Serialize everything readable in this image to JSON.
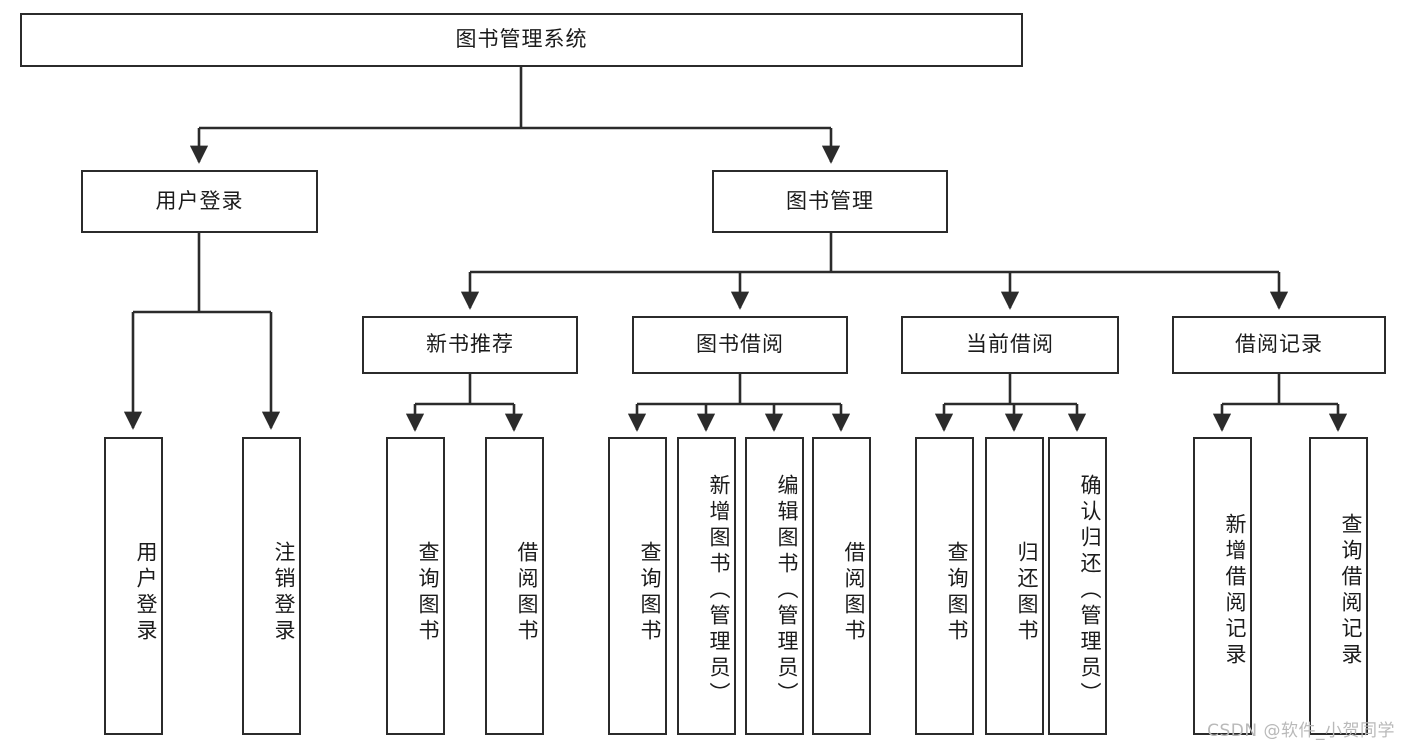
{
  "diagram": {
    "type": "tree-hierarchy-chart",
    "title": "图书管理系统",
    "root": {
      "id": "root",
      "label": "图书管理系统"
    },
    "level2": [
      {
        "id": "user-login",
        "label": "用户登录"
      },
      {
        "id": "book-management",
        "label": "图书管理"
      }
    ],
    "level3": [
      {
        "id": "new-book-recommend",
        "label": "新书推荐",
        "parent": "book-management"
      },
      {
        "id": "book-borrow",
        "label": "图书借阅",
        "parent": "book-management"
      },
      {
        "id": "current-borrow",
        "label": "当前借阅",
        "parent": "book-management"
      },
      {
        "id": "borrow-record",
        "label": "借阅记录",
        "parent": "book-management"
      }
    ],
    "leaves": {
      "user_login": [
        {
          "id": "leaf-user-login",
          "label": "用户登录"
        },
        {
          "id": "leaf-logout-login",
          "label": "注销登录"
        }
      ],
      "new_book_recommend": [
        {
          "id": "leaf-query-book-1",
          "label": "查询图书"
        },
        {
          "id": "leaf-borrow-book-1",
          "label": "借阅图书"
        }
      ],
      "book_borrow": [
        {
          "id": "leaf-query-book-2",
          "label": "查询图书"
        },
        {
          "id": "leaf-add-book",
          "label": "新增图书（管理员）"
        },
        {
          "id": "leaf-edit-book",
          "label": "编辑图书（管理员）"
        },
        {
          "id": "leaf-borrow-book-2",
          "label": "借阅图书"
        }
      ],
      "current_borrow": [
        {
          "id": "leaf-query-book-3",
          "label": "查询图书"
        },
        {
          "id": "leaf-return-book",
          "label": "归还图书"
        },
        {
          "id": "leaf-confirm-return",
          "label": "确认归还（管理员）"
        }
      ],
      "borrow_record": [
        {
          "id": "leaf-add-record",
          "label": "新增借阅记录"
        },
        {
          "id": "leaf-query-record",
          "label": "查询借阅记录"
        }
      ]
    },
    "watermark": "CSDN @软件_小贺同学",
    "colors": {
      "stroke": "#2b2b2b",
      "fill": "#ffffff",
      "text": "#1b1b1b",
      "watermark": "#b9b9b9"
    }
  }
}
